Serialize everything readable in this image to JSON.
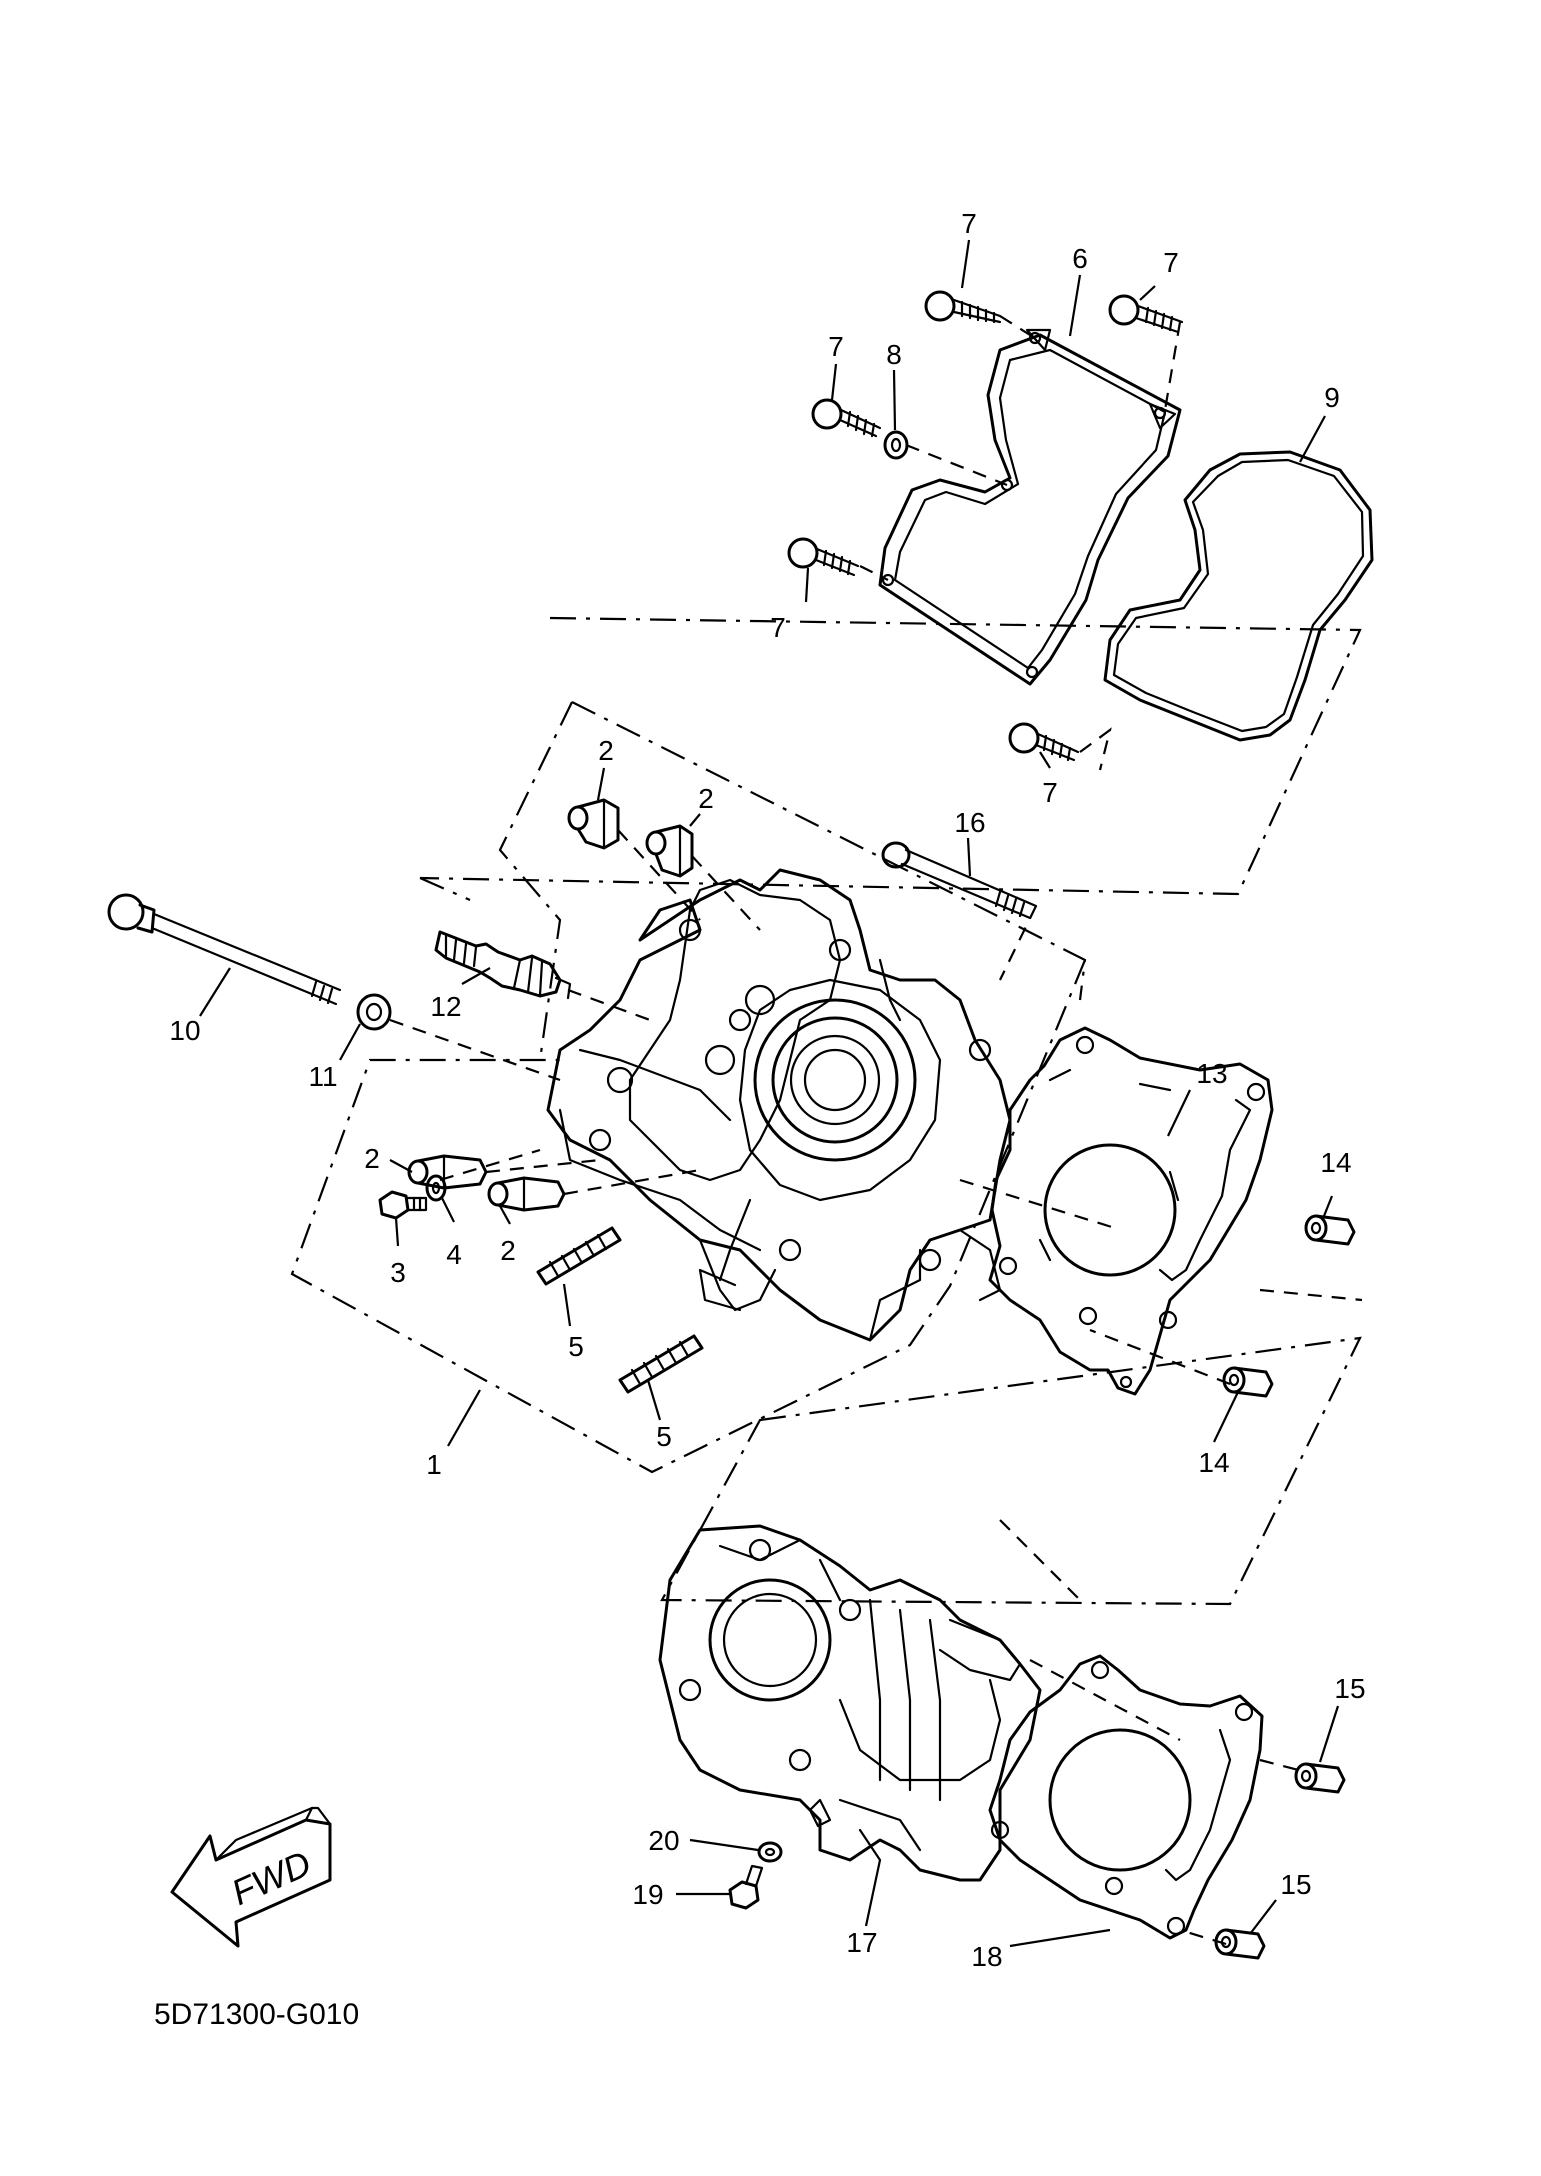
{
  "callouts": [
    {
      "id": "c-7a",
      "text": "7"
    },
    {
      "id": "c-6",
      "text": "6"
    },
    {
      "id": "c-7b",
      "text": "7"
    },
    {
      "id": "c-7c",
      "text": "7"
    },
    {
      "id": "c-8",
      "text": "8"
    },
    {
      "id": "c-9",
      "text": "9"
    },
    {
      "id": "c-7d",
      "text": "7"
    },
    {
      "id": "c-7e",
      "text": "7"
    },
    {
      "id": "c-2a",
      "text": "2"
    },
    {
      "id": "c-2b",
      "text": "2"
    },
    {
      "id": "c-16",
      "text": "16"
    },
    {
      "id": "c-10",
      "text": "10"
    },
    {
      "id": "c-12",
      "text": "12"
    },
    {
      "id": "c-11",
      "text": "11"
    },
    {
      "id": "c-13",
      "text": "13"
    },
    {
      "id": "c-2c",
      "text": "2"
    },
    {
      "id": "c-14a",
      "text": "14"
    },
    {
      "id": "c-3",
      "text": "3"
    },
    {
      "id": "c-4",
      "text": "4"
    },
    {
      "id": "c-2d",
      "text": "2"
    },
    {
      "id": "c-5a",
      "text": "5"
    },
    {
      "id": "c-5b",
      "text": "5"
    },
    {
      "id": "c-1",
      "text": "1"
    },
    {
      "id": "c-14b",
      "text": "14"
    },
    {
      "id": "c-15a",
      "text": "15"
    },
    {
      "id": "c-20",
      "text": "20"
    },
    {
      "id": "c-19",
      "text": "19"
    },
    {
      "id": "c-17",
      "text": "17"
    },
    {
      "id": "c-18",
      "text": "18"
    },
    {
      "id": "c-15b",
      "text": "15"
    }
  ],
  "fwd_label": "FWD",
  "drawing_id": "5D71300-G010"
}
